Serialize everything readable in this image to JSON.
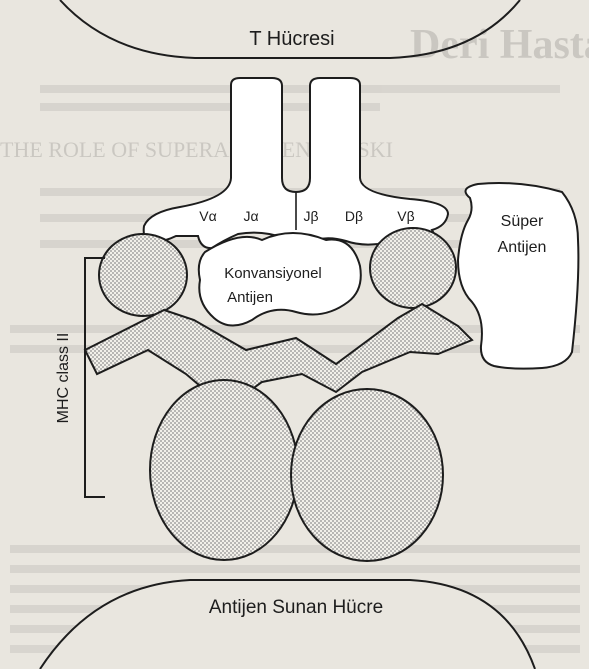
{
  "diagram": {
    "t_cell_label": "T Hücresi",
    "apc_label": "Antijen Sunan Hücre",
    "mhc_label": "MHC class II",
    "conventional_antigen_lines": [
      "Konvansiyonel",
      "Antijen"
    ],
    "superantigen_lines": [
      "Süper",
      "Antijen"
    ],
    "tcr_segments": {
      "v_alpha": "Vα",
      "j_alpha": "Jα",
      "j_beta": "Jβ",
      "d_beta": "Dβ",
      "v_beta": "Vβ"
    }
  },
  "background_page": {
    "heading_fragment": "Deri Hastalıklarında Süpe",
    "subheading_fragment": "THE ROLE OF SUPERANTIGENS IN SKI"
  },
  "colors": {
    "paper": "#e9e6df",
    "ink": "#1d1d1d",
    "stipple": "#8d8d8d"
  }
}
